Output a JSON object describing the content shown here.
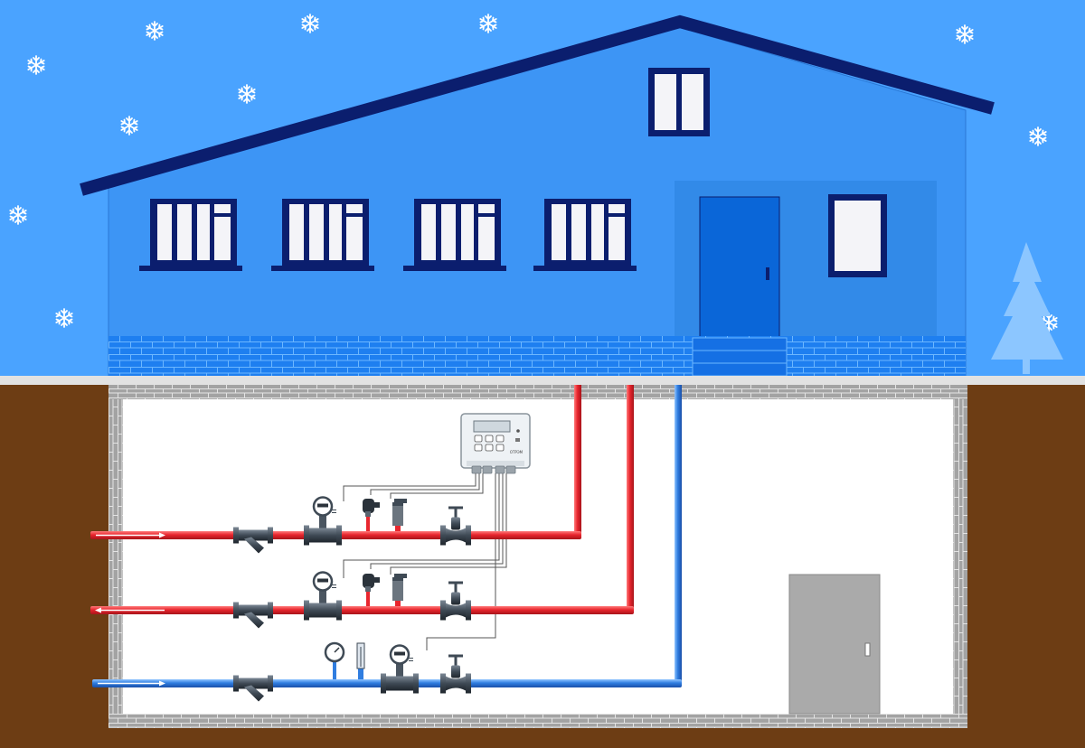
{
  "colors": {
    "sky": "#4aa3ff",
    "house_wall": "#3d95f5",
    "roof": "#0b1e6e",
    "window_frame": "#0b1e6e",
    "brick": "#1e7ff0",
    "door": "#0a66d8",
    "earth": "#6d3d14",
    "basement_brick": "#a3a3a3",
    "basement_floor": "#ffffff",
    "supply_pipe": "#e8262e",
    "return_pipe": "#e8262e",
    "cold_pipe": "#2f7de0",
    "fitting": "#3f4a55",
    "basement_door": "#aaaaaa"
  },
  "icons": [
    "snowflake-icon",
    "fir-tree-icon",
    "pressure-gauge-icon",
    "thermometer-icon"
  ],
  "controller": {
    "brand": "ОТРЭМ"
  },
  "pipelines": [
    {
      "id": "supply",
      "flow": "in"
    },
    {
      "id": "return",
      "flow": "out"
    },
    {
      "id": "cold-water",
      "flow": "in"
    }
  ]
}
